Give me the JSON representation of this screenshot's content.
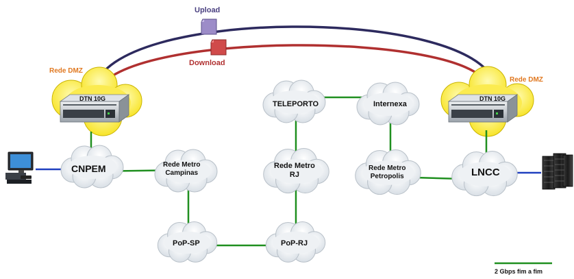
{
  "top_labels": {
    "upload": "Upload",
    "download": "Download",
    "dmz_left": "Rede DMZ",
    "dmz_right": "Rede DMZ"
  },
  "nodes": {
    "dtn_left": "DTN 10G",
    "dtn_right": "DTN 10G",
    "cnpem": "CNPEM",
    "metro_campinas_1": "Rede Metro",
    "metro_campinas_2": "Campinas",
    "pop_sp": "PoP-SP",
    "teleporto": "TELEPORTO",
    "metro_rj_1": "Rede Metro",
    "metro_rj_2": "RJ",
    "pop_rj": "PoP-RJ",
    "internexa": "Internexa",
    "metro_petropolis_1": "Rede Metro",
    "metro_petropolis_2": "Petropolis",
    "lncc": "LNCC"
  },
  "legend": {
    "label": "2 Gbps fim a fim"
  },
  "colors": {
    "link": "#1f8f1f",
    "access": "#1f3fbf",
    "upload_arrow": "#2d2a5e",
    "download_arrow": "#b03030",
    "dmz_text": "#e07820",
    "download_text": "#b03030",
    "upload_text": "#4a4080",
    "dmz_cloud": "#fff34a",
    "cloud": "#e4e9ee"
  }
}
